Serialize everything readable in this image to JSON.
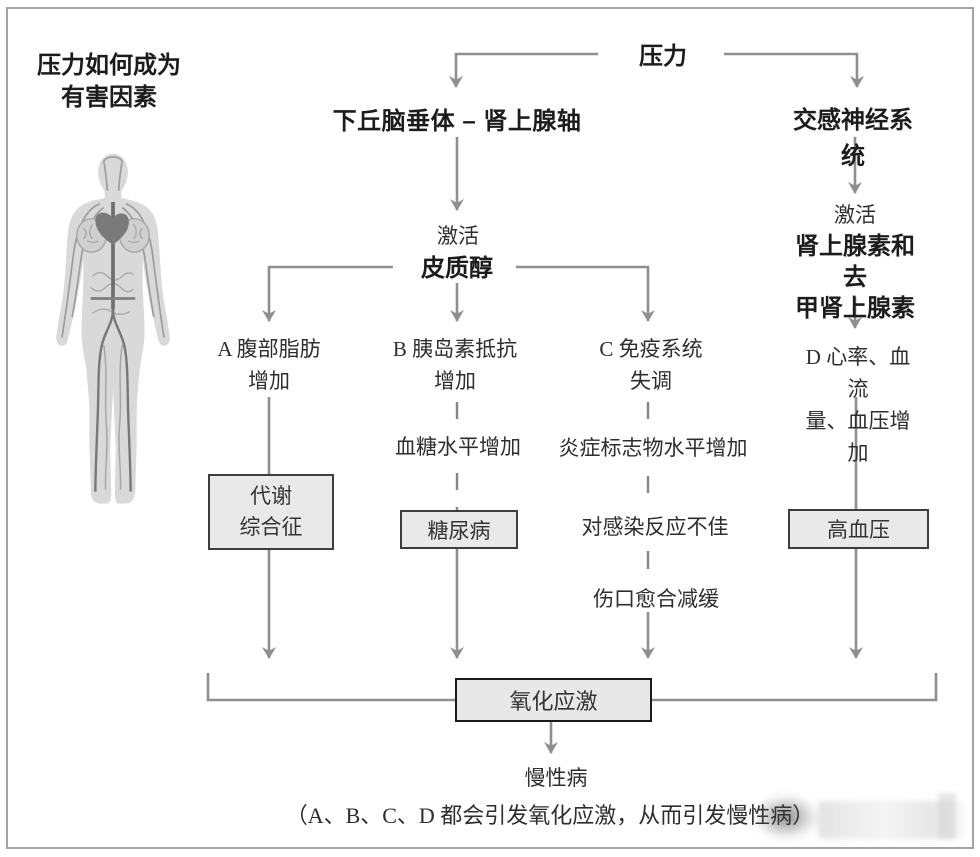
{
  "page": {
    "title": "压力如何成为\n有害因素"
  },
  "colors": {
    "line_gray": "#8f8f8f",
    "box_fill": "#e9e9e9",
    "box_border": "#3d3d3d",
    "oxidative_border": "#1b1b1b",
    "text_dark": "#1c1c1c",
    "text_body": "#2e2e2e"
  },
  "figure": {
    "icon": "human-circulatory-figure"
  },
  "nodes": {
    "stress": "压力",
    "hpa": "下丘脑垂体 – 肾上腺轴",
    "sns": "交感神经系统",
    "activate_left": "激活",
    "cortisol": "皮质醇",
    "activate_right": "激活",
    "adrenaline": "肾上腺素和去\n甲肾上腺素",
    "outcome_a": "A 腹部脂肪\n增加",
    "outcome_b": "B 胰岛素抵抗\n增加",
    "outcome_c": "C 免疫系统\n失调",
    "outcome_d": "D 心率、血流\n量、血压增加",
    "blood_sugar": "血糖水平增加",
    "inflammation": "炎症标志物水平增加",
    "infection": "对感染反应不佳",
    "wound": "伤口愈合减缓",
    "box_metabolic": "代谢\n综合征",
    "box_diabetes": "糖尿病",
    "box_hypertension": "高血压",
    "box_oxidative": "氧化应激",
    "chronic": "慢性病",
    "footnote": "（A、B、C、D 都会引发氧化应激，从而引发慢性病）"
  }
}
